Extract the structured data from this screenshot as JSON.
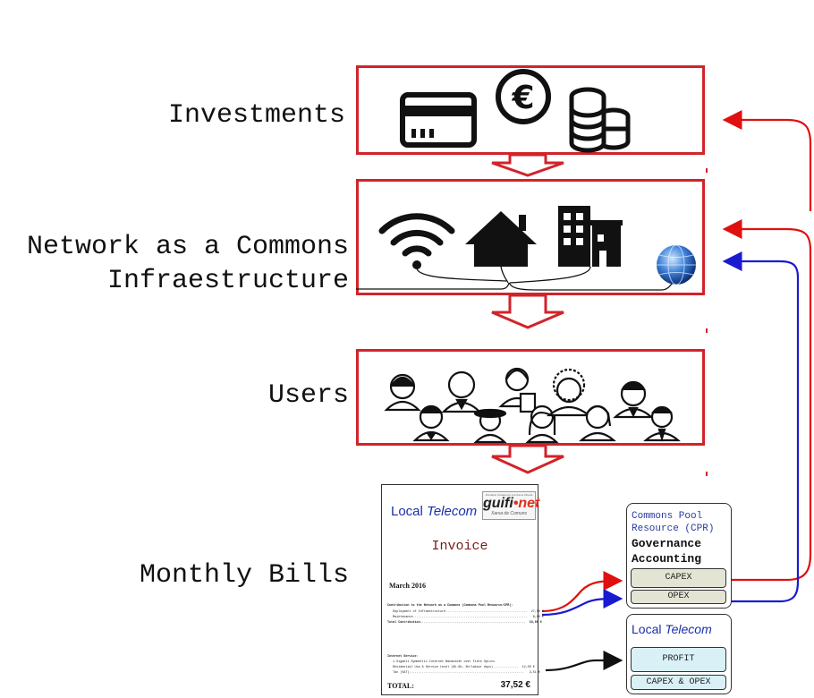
{
  "labels": {
    "investments": "Investments",
    "network_line1": "Network as a Commons",
    "network_line2": "Infraestructure",
    "users": "Users",
    "monthly_bills": "Monthly Bills"
  },
  "invoice": {
    "brand_local": "Local",
    "brand_telecom": "Telecom",
    "guifi_top": "Fundació privada per a la Xarxa Oberta",
    "guifi_logo_a": "guifi",
    "guifi_logo_b": "•net",
    "guifi_sub": "Xarxa de Comuns",
    "title": "Invoice",
    "date": "March 2016",
    "contribution_header": "Contribution to the Network as a Commons (Commons Pool Resource/CPR):",
    "deployment_line": "   Deployment of Infraestructure.............................................  27,00 €",
    "maintenance_line": "   Maintenance...............................................................   6,00 €",
    "total_contribution_line": "Total Contribution..........................................................  33,00 €",
    "internet_header": "Internet Service:",
    "internet_line1": "   1 Gigabit Symmetric Internet Bandwidth over Fibre Optics",
    "internet_line2": "   Residential Use & Service Level (9h-9h, 8h/labour days)..............  12,00 €",
    "tax_line": "   Tax (VAT)...............................................................   3,51 €",
    "total_label": "TOTAL:",
    "total_value": "37,52 €"
  },
  "cpr": {
    "line1": "Commons Pool",
    "line2": "Resource (CPR)",
    "bold1": "Governance",
    "bold2": "Accounting",
    "capex": "CAPEX",
    "opex": "OPEX"
  },
  "local_telecom": {
    "brand_local": "Local",
    "brand_telecom": "Telecom",
    "profit": "PROFIT",
    "capex_opex": "CAPEX & OPEX"
  },
  "colors": {
    "box_red": "#d2232a",
    "arrow_red": "#e01010",
    "arrow_blue": "#1a1ad0",
    "capex_fill": "#e4e4d4",
    "profit_fill": "#d9f1f6"
  },
  "icons": {
    "investments": [
      "credit-card-icon",
      "euro-coin-icon",
      "coin-stack-icon"
    ],
    "network": [
      "wifi-icon",
      "house-icon",
      "building-icon",
      "globe-icon"
    ],
    "users": [
      "people-icon"
    ]
  }
}
